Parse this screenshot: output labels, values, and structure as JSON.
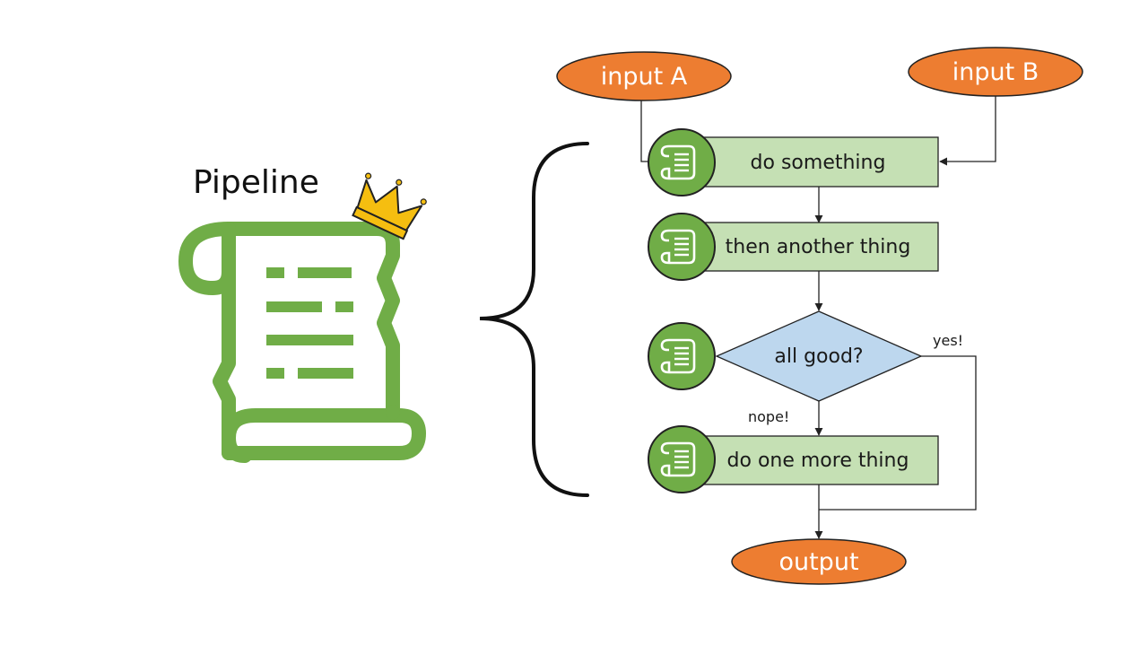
{
  "diagram": {
    "title": "Pipeline",
    "colors": {
      "oval_fill": "#ED7D31",
      "step_fill": "#C5E0B4",
      "decision_fill": "#BDD7EE",
      "scroll_green": "#70AD47",
      "crown_gold": "#F5BE10",
      "line": "#222222"
    },
    "inputs": {
      "a": "input A",
      "b": "input B"
    },
    "steps": {
      "step1": "do something",
      "step2": "then another thing",
      "decision": "all good?",
      "step3": "do one more thing"
    },
    "edges": {
      "yes": "yes!",
      "no": "nope!"
    },
    "output": "output",
    "icons": {
      "main": "scroll-icon",
      "crown": "crown-icon",
      "brace": "curly-brace",
      "node_icon": "scroll-icon"
    }
  }
}
